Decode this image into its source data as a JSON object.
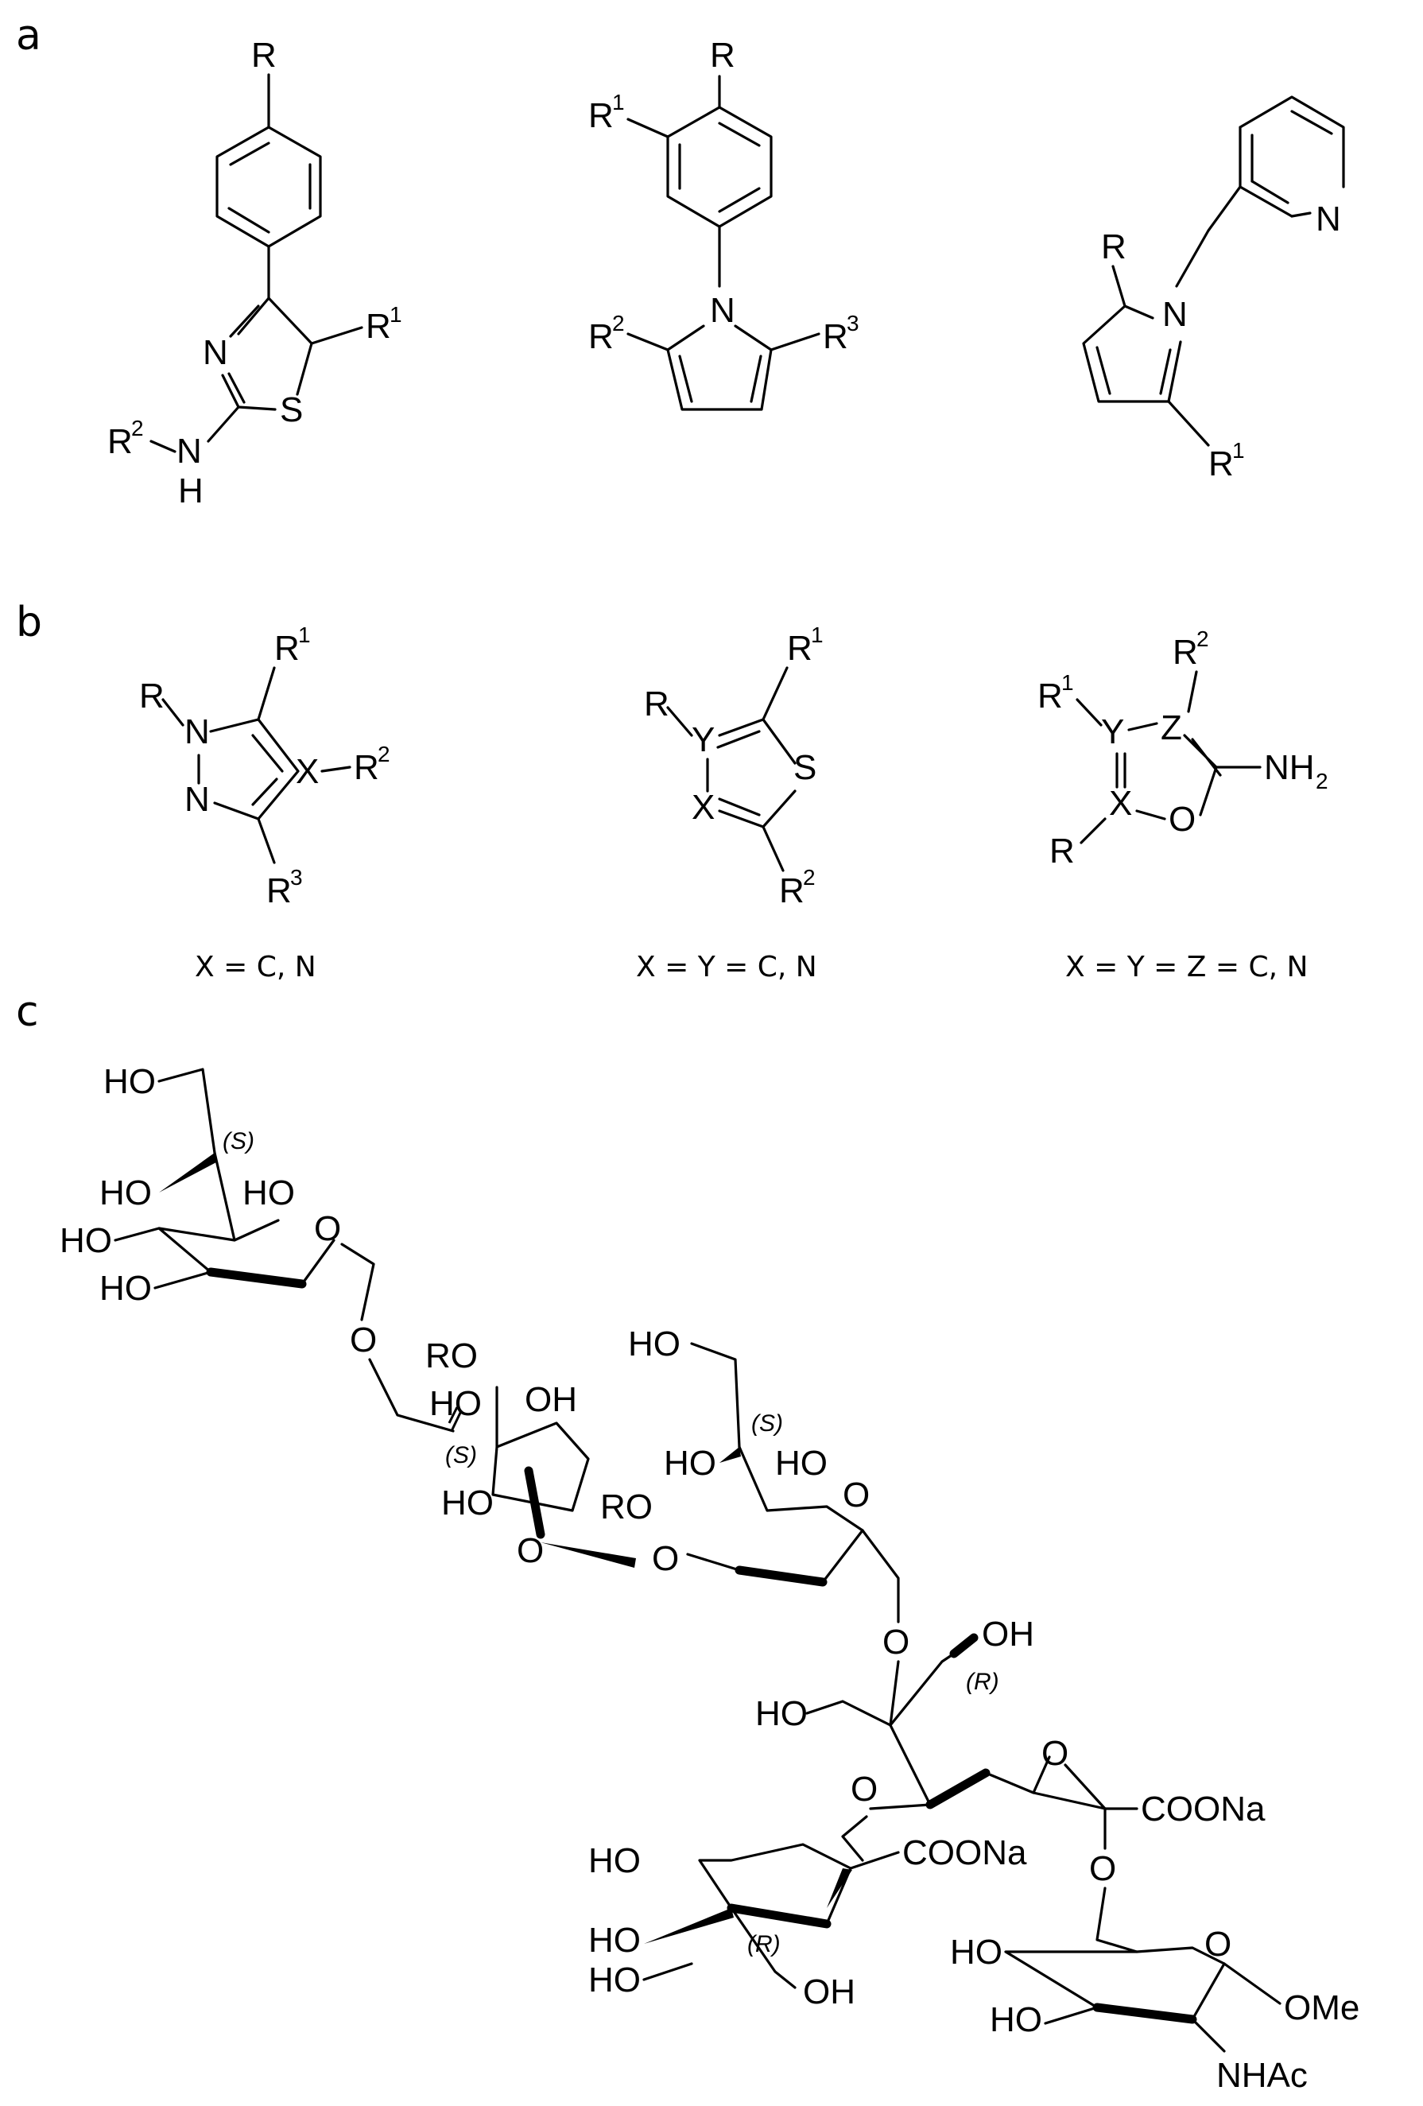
{
  "panels": {
    "a": {
      "label": "a",
      "s1": {
        "R": "R",
        "R1": "R",
        "R1sup": "1",
        "N": "N",
        "S": "S",
        "R2": "R",
        "R2sup": "2",
        "NH": "N",
        "H": "H"
      },
      "s2": {
        "R": "R",
        "R1": "R",
        "R1sup": "1",
        "N": "N",
        "R2": "R",
        "R2sup": "2",
        "R3": "R",
        "R3sup": "3"
      },
      "s3": {
        "R": "R",
        "R1": "R",
        "R1sup": "1",
        "N": "N",
        "Npy": "N"
      }
    },
    "b": {
      "label": "b",
      "s1": {
        "R": "R",
        "N1": "N",
        "N2": "N",
        "X": "X",
        "R1": "R",
        "R1sup": "1",
        "R2": "R",
        "R2sup": "2",
        "R3": "R",
        "R3sup": "3",
        "caption": "X = C, N"
      },
      "s2": {
        "R": "R",
        "Y": "Y",
        "X": "X",
        "S": "S",
        "R1": "R",
        "R1sup": "1",
        "R2": "R",
        "R2sup": "2",
        "caption": "X = Y = C, N"
      },
      "s3": {
        "R1": "R",
        "R1sup": "1",
        "Y": "Y",
        "Z": "Z",
        "X": "X",
        "O": "O",
        "R": "R",
        "R2": "R",
        "R2sup": "2",
        "NH2": "NH",
        "NH2sub": "2",
        "caption": "X = Y = Z = C, N"
      }
    },
    "c": {
      "label": "c",
      "labels": {
        "ho": "HO",
        "oh": "OH",
        "ro": "RO",
        "o": "O",
        "coona": "COONa",
        "ome": "OMe",
        "nhac": "NHAc",
        "s": "(S)",
        "r": "(R)"
      }
    }
  }
}
